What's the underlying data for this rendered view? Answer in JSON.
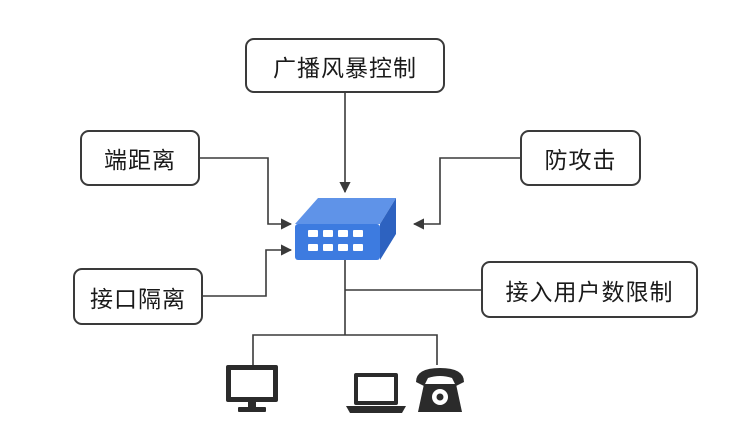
{
  "labels": {
    "broadcast_storm": "广播风暴控制",
    "port_distance": "端距离",
    "anti_attack": "防攻击",
    "port_isolation": "接口隔离",
    "user_limit": "接入用户数限制"
  },
  "colors": {
    "switch_front": "#3d7be0",
    "switch_top": "#5f93e8",
    "switch_side": "#2d62c0",
    "switch_port": "#ffffff",
    "line": "#3a3a3a",
    "device": "#2b2b2b"
  },
  "icons": {
    "switch": "network-switch-icon",
    "monitor": "monitor-icon",
    "laptop": "laptop-icon",
    "phone": "telephone-icon"
  }
}
